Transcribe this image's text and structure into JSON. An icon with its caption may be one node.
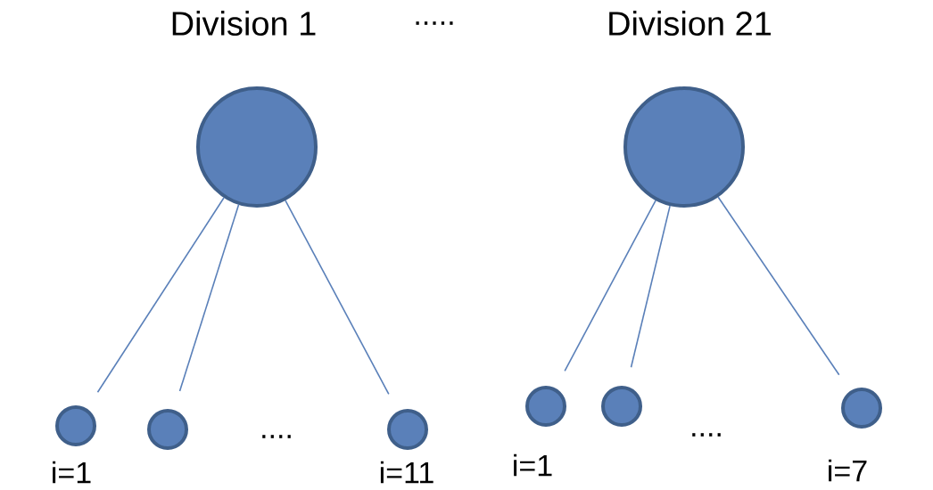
{
  "diagram": {
    "nodes": [
      {
        "text": [],
        "shape": "circle",
        "beside": [
          "Division 1"
        ]
      },
      {
        "text": [],
        "shape": "circle",
        "beside": [
          "i=1"
        ]
      },
      {
        "text": [],
        "shape": "circle"
      },
      {
        "text": [],
        "shape": "circle",
        "beside": [
          "i=11"
        ]
      },
      {
        "text": [],
        "shape": "circle",
        "beside": [
          "Division 21"
        ]
      },
      {
        "text": [],
        "shape": "circle",
        "beside": [
          "i=1"
        ]
      },
      {
        "text": [],
        "shape": "circle"
      },
      {
        "text": [],
        "shape": "circle",
        "beside": [
          "i=7"
        ]
      }
    ],
    "edges": [
      {
        "from": 0,
        "to": 1,
        "arrow": "none"
      },
      {
        "from": 0,
        "to": 2,
        "arrow": "none"
      },
      {
        "from": 0,
        "to": 3,
        "arrow": "none"
      },
      {
        "from": 4,
        "to": 5,
        "arrow": "none"
      },
      {
        "from": 4,
        "to": 6,
        "arrow": "none"
      },
      {
        "from": 4,
        "to": 7,
        "arrow": "none"
      }
    ],
    "labels": [
      ".....",
      "....",
      "...."
    ]
  }
}
